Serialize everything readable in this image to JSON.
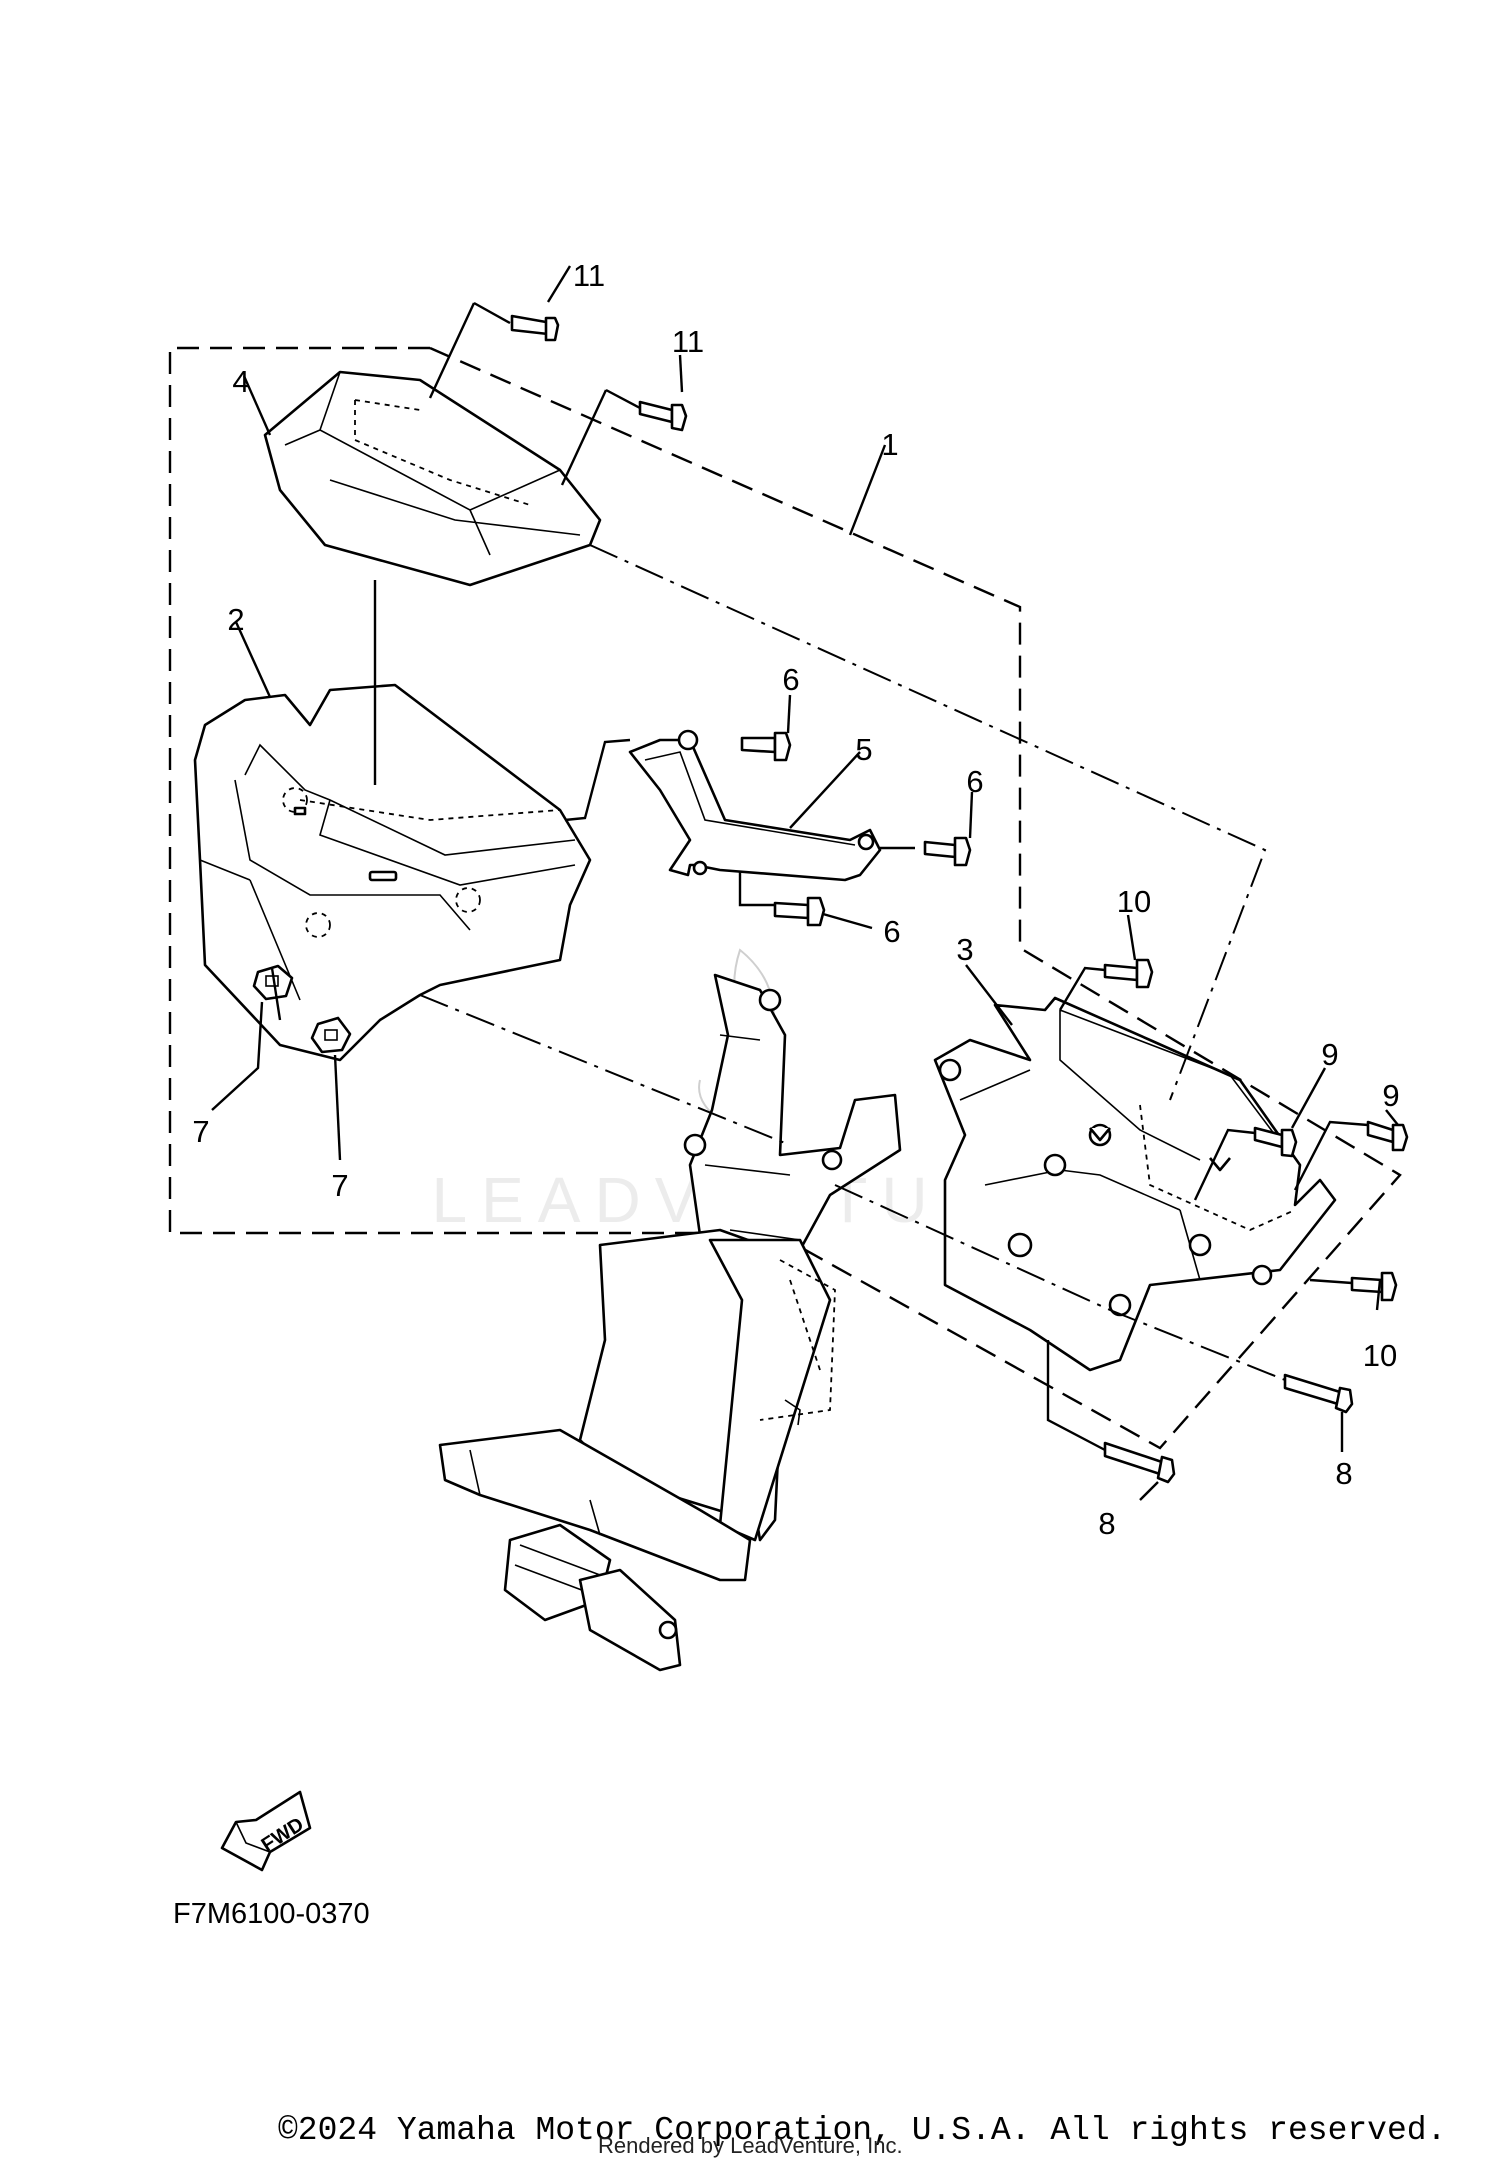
{
  "diagram": {
    "callouts": {
      "c1": "1",
      "c2": "2",
      "c3": "3",
      "c4": "4",
      "c5": "5",
      "c6a": "6",
      "c6b": "6",
      "c6c": "6",
      "c7a": "7",
      "c7b": "7",
      "c8a": "8",
      "c8b": "8",
      "c9a": "9",
      "c9b": "9",
      "c10a": "10",
      "c10b": "10",
      "c11a": "11",
      "c11b": "11"
    },
    "fwd_label": "FWD",
    "diagram_code": "F7M6100-0370",
    "watermark": "LEADVENTURE"
  },
  "footer": {
    "copyright": "©2024 Yamaha Motor Corporation, U.S.A. All rights reserved.",
    "rendered_by": "Rendered by LeadVenture, Inc."
  }
}
